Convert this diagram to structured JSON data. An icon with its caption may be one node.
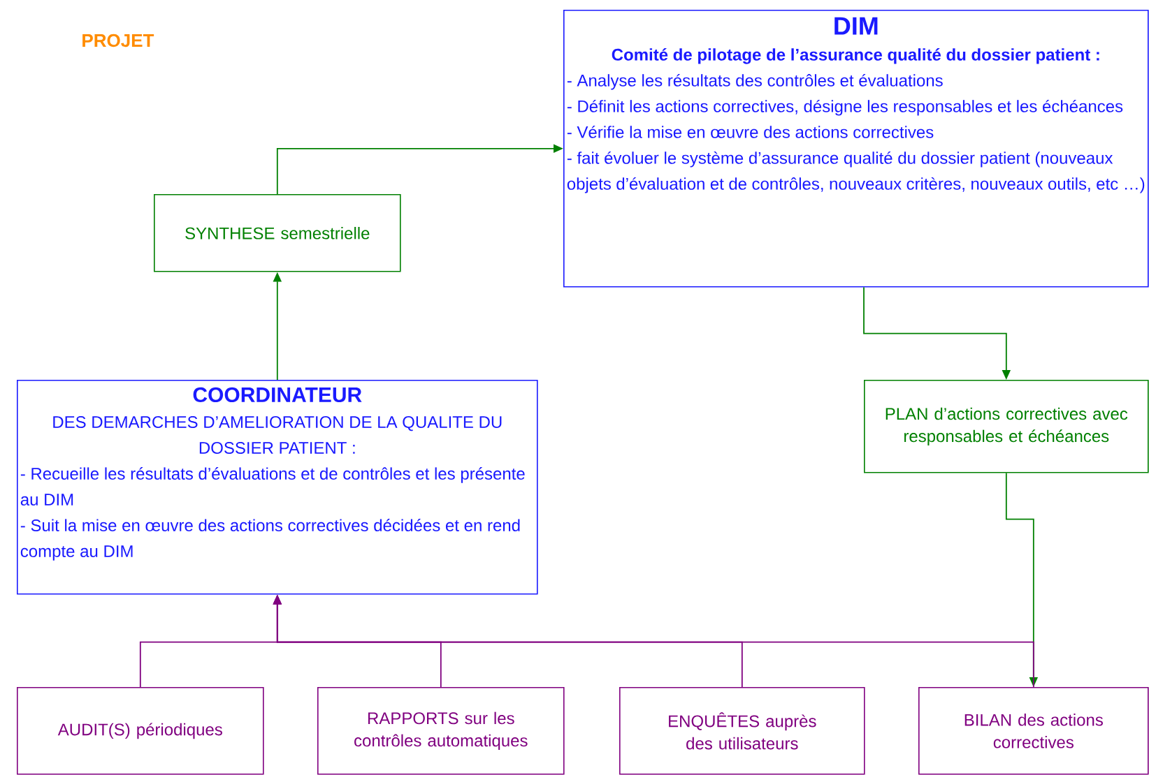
{
  "diagram": {
    "title": "PROJET",
    "nodes": [
      {
        "text": [
          "DIM",
          "Comité de pilotage de l’assurance qualité du dossier patient :",
          "- Analyse les résultats des contrôles et évaluations",
          "- Définit les actions correctives, désigne les responsables et les échéances",
          "- Vérifie la mise en œuvre des actions correctives",
          "- fait évoluer le système d’assurance qualité du dossier patient (nouveaux objets d’évaluation et de contrôles, nouveaux critères, nouveaux outils, etc …)"
        ]
      },
      {
        "text": [
          "SYNTHESE semestrielle"
        ]
      },
      {
        "text": [
          "COORDINATEUR",
          "DES DEMARCHES D’AMELIORATION DE LA QUALITE DU DOSSIER PATIENT :",
          "- Recueille les résultats d’évaluations et de contrôles et les présente au DIM",
          "- Suit la mise en œuvre des actions correctives décidées et en rend compte au DIM"
        ]
      },
      {
        "text": [
          "PLAN d’actions correctives avec responsables et échéances"
        ]
      },
      {
        "text": [
          "AUDIT(S) périodiques"
        ]
      },
      {
        "text": [
          "RAPPORTS sur les contrôles automatiques"
        ]
      },
      {
        "text": [
          "ENQUÊTES auprès des utilisateurs"
        ]
      },
      {
        "text": [
          "BILAN des actions correctives"
        ]
      }
    ],
    "edges": [
      {
        "from": 2,
        "to": 1,
        "arrow": "to",
        "color": "#008000"
      },
      {
        "from": 1,
        "to": 0,
        "arrow": "to",
        "color": "#008000"
      },
      {
        "from": 0,
        "to": 3,
        "arrow": "to",
        "color": "#008000"
      },
      {
        "from": 3,
        "to": 7,
        "arrow": "to",
        "color": "#008000"
      },
      {
        "from": 4,
        "to": 2,
        "arrow": "to",
        "color": "#800080"
      },
      {
        "from": 5,
        "to": 2,
        "arrow": "to",
        "color": "#800080"
      },
      {
        "from": 6,
        "to": 2,
        "arrow": "to",
        "color": "#800080"
      },
      {
        "from": 7,
        "to": 2,
        "arrow": "to",
        "color": "#800080"
      }
    ]
  }
}
